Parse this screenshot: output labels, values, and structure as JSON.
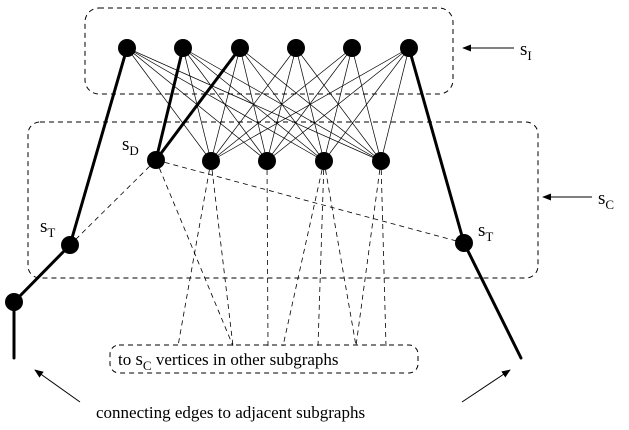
{
  "labels": {
    "s_i": {
      "main": "s",
      "sub": "I"
    },
    "s_c": {
      "main": "s",
      "sub": "C"
    },
    "s_d": {
      "main": "s",
      "sub": "D"
    },
    "s_t_left": {
      "main": "s",
      "sub": "T"
    },
    "s_t_right": {
      "main": "s",
      "sub": "T"
    },
    "other_subgraphs": {
      "before": "to ",
      "main": "s",
      "sub": "C",
      "after": " vertices in other subgraphs"
    },
    "connecting_edges": "connecting edges to adjacent subgraphs"
  }
}
